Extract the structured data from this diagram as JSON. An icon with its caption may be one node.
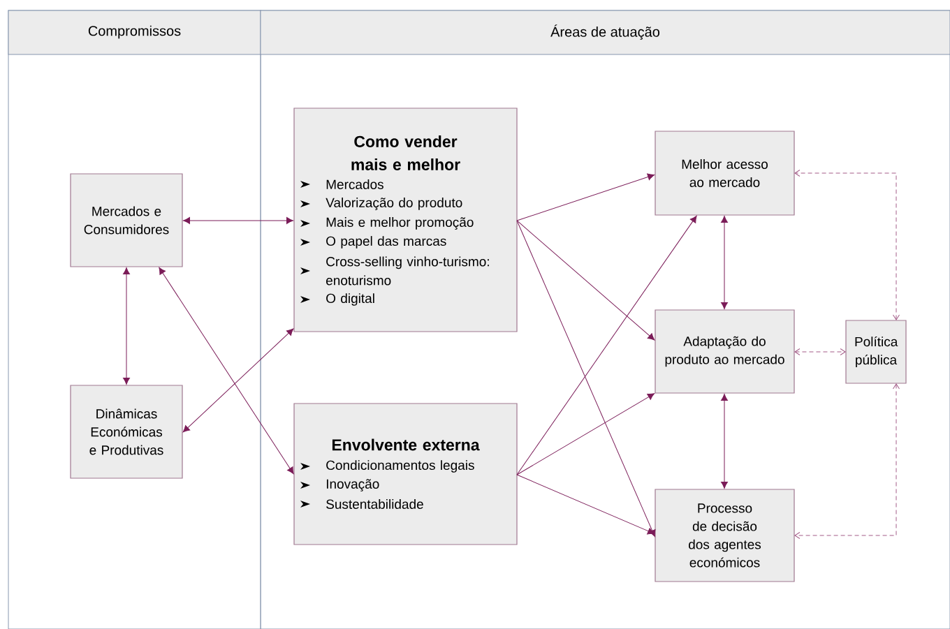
{
  "diagram": {
    "nodes": [
      {
        "text": [
          "Compromissos"
        ]
      },
      {
        "text": [
          "Áreas de atuação"
        ]
      },
      {
        "text": [
          "Mercados e Consumidores"
        ],
        "in": 0
      },
      {
        "text": [
          "Dinâmicas Económicas e Produtivas"
        ],
        "in": 0
      },
      {
        "text": [
          "Como vender mais e melhor",
          "Mercados",
          "Valorização do produto",
          "Mais e melhor promoção",
          "O papel das marcas",
          "Cross-selling vinho-turismo: enoturismo",
          "O digital"
        ],
        "in": 1
      },
      {
        "text": [
          "Envolvente externa",
          "Condicionamentos legais",
          "Inovação",
          "Sustentabilidade"
        ],
        "in": 1
      },
      {
        "text": [
          "Melhor acesso ao mercado"
        ],
        "in": 1
      },
      {
        "text": [
          "Adaptação do produto ao mercado"
        ],
        "in": 1
      },
      {
        "text": [
          "Processo de decisão dos agentes económicos"
        ],
        "in": 1
      },
      {
        "text": [
          "Política pública"
        ],
        "in": 1
      }
    ],
    "edges": [
      {
        "from": 2,
        "to": 4,
        "arrow": "both"
      },
      {
        "from": 2,
        "to": 3,
        "arrow": "both"
      },
      {
        "from": 2,
        "to": 5,
        "arrow": "both"
      },
      {
        "from": 3,
        "to": 4,
        "arrow": "both"
      },
      {
        "from": 4,
        "to": 6,
        "arrow": "to"
      },
      {
        "from": 4,
        "to": 7,
        "arrow": "to"
      },
      {
        "from": 4,
        "to": 8,
        "arrow": "to"
      },
      {
        "from": 5,
        "to": 6,
        "arrow": "to"
      },
      {
        "from": 5,
        "to": 7,
        "arrow": "to"
      },
      {
        "from": 5,
        "to": 8,
        "arrow": "to"
      },
      {
        "from": 6,
        "to": 7,
        "arrow": "both"
      },
      {
        "from": 7,
        "to": 8,
        "arrow": "both"
      },
      {
        "from": 9,
        "to": 6,
        "arrow": "both",
        "style": "dashed",
        "color": "#a35c88"
      },
      {
        "from": 7,
        "to": 9,
        "arrow": "both",
        "style": "dashed",
        "color": "#a35c88"
      },
      {
        "from": 9,
        "to": 8,
        "arrow": "both",
        "style": "dashed",
        "color": "#a35c88"
      }
    ]
  }
}
